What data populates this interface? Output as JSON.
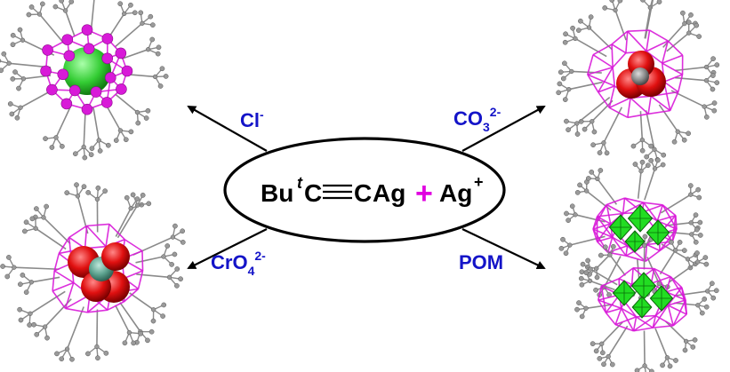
{
  "center": {
    "reagent_bu": "Bu",
    "reagent_t": "t",
    "reagent_c1": "C",
    "reagent_c2": "C",
    "reagent_ag": "Ag",
    "plus_sign": "+",
    "ion_ag": "Ag",
    "ion_charge": "+"
  },
  "arrows": {
    "top_left": {
      "base": "Cl",
      "sup": "-"
    },
    "top_right": {
      "base": "CO",
      "sub": "3",
      "sup": "2-"
    },
    "bottom_left": {
      "base": "CrO",
      "sub": "4",
      "sup": "2-"
    },
    "bottom_right": {
      "base": "POM"
    }
  },
  "colors": {
    "label_blue": "#1414c8",
    "plus_magenta": "#e000e0",
    "silver_frame": "#d81ad8",
    "ligand_gray": "#8a8a8a",
    "chloride_green": "#3ccc3c",
    "oxygen_red": "#e01010",
    "chromium_teal": "#5aa08c",
    "carbon_gray": "#7a7a7a",
    "polyhedron_green": "#22dd22"
  },
  "icons": {
    "cluster_cl": "ag-cluster-chloride-icon",
    "cluster_co3": "ag-cluster-carbonate-icon",
    "cluster_cro4": "ag-cluster-chromate-icon",
    "cluster_pom": "ag-cluster-pom-icon"
  }
}
